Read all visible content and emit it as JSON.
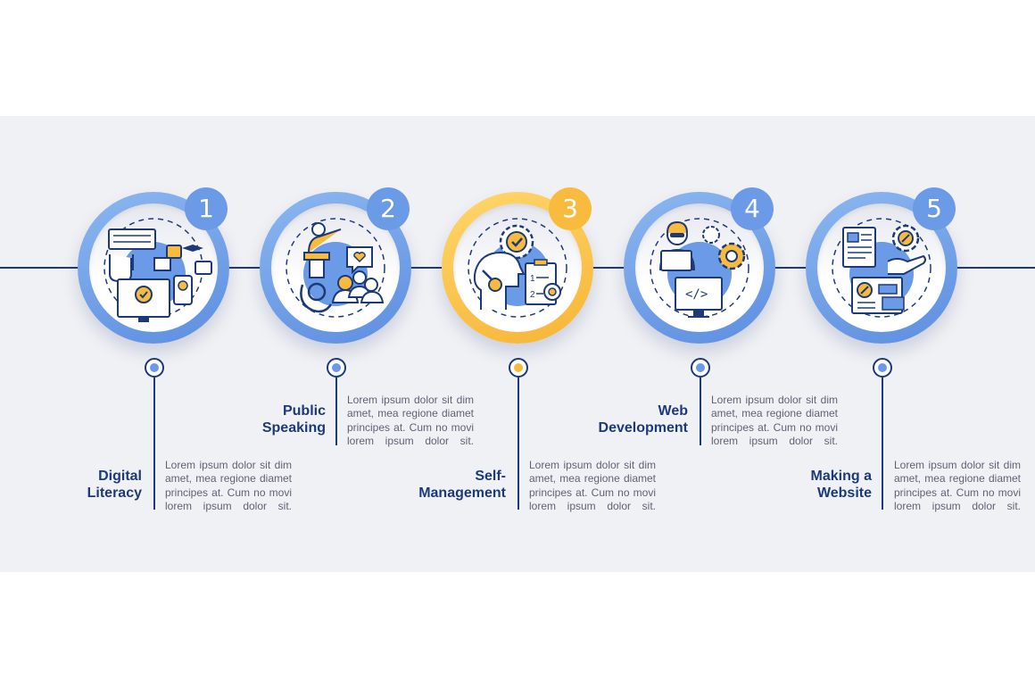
{
  "steps": [
    {
      "number": "1",
      "title_line1": "Digital",
      "title_line2": "Literacy",
      "accent": "#6b9ae6",
      "description": "Lorem ipsum dolor sit dim amet, mea regione diamet principes at. Cum no movi lorem ipsum dolor sit.",
      "icon": "digital-literacy-icon"
    },
    {
      "number": "2",
      "title_line1": "Public",
      "title_line2": "Speaking",
      "accent": "#6b9ae6",
      "description": "Lorem ipsum dolor sit dim amet, mea regione diamet principes at. Cum no movi lorem ipsum dolor sit.",
      "icon": "public-speaking-icon"
    },
    {
      "number": "3",
      "title_line1": "Self-",
      "title_line2": "Management",
      "accent": "#f8bb3e",
      "description": "Lorem ipsum dolor sit dim amet, mea regione diamet principes at. Cum no movi lorem ipsum dolor sit.",
      "icon": "self-management-icon"
    },
    {
      "number": "4",
      "title_line1": "Web",
      "title_line2": "Development",
      "accent": "#6b9ae6",
      "description": "Lorem ipsum dolor sit dim amet, mea regione diamet principes at. Cum no movi lorem ipsum dolor sit.",
      "icon": "web-development-icon"
    },
    {
      "number": "5",
      "title_line1": "Making a",
      "title_line2": "Website",
      "accent": "#6b9ae6",
      "description": "Lorem ipsum dolor sit dim amet, mea regione diamet principes at. Cum no movi lorem ipsum dolor sit.",
      "icon": "making-website-icon"
    }
  ],
  "colors": {
    "navy": "#1d3a78",
    "blue": "#6b9ae6",
    "yellow": "#f8bb3e",
    "background": "#f0f1f5"
  }
}
